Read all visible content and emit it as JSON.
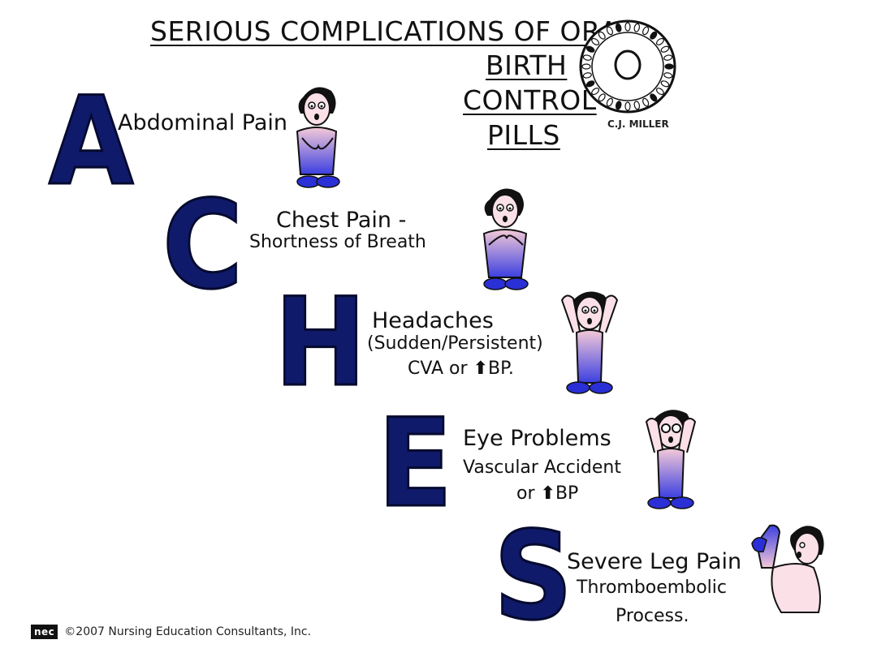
{
  "title": {
    "line1": "SERIOUS COMPLICATIONS OF ORAL",
    "line2": "BIRTH",
    "line3": "CONTROL",
    "line4": "PILLS"
  },
  "signature": "C.J. MILLER",
  "items": [
    {
      "letter": "A",
      "main": "Abdominal Pain",
      "sub": []
    },
    {
      "letter": "C",
      "main": "Chest Pain -",
      "sub": [
        "Shortness of Breath"
      ]
    },
    {
      "letter": "H",
      "main": "Headaches",
      "sub": [
        "(Sudden/Persistent)",
        "CVA or",
        "BP."
      ]
    },
    {
      "letter": "E",
      "main": "Eye Problems",
      "sub": [
        "Vascular Accident",
        "or",
        "BP"
      ]
    },
    {
      "letter": "S",
      "main": "Severe Leg Pain",
      "sub": [
        "Thromboembolic",
        "Process."
      ]
    }
  ],
  "footer": {
    "logo": "nec",
    "text": "©2007 Nursing Education Consultants, Inc."
  },
  "colors": {
    "letter": "#0f1a6b",
    "figure_top": "#f4c9d8",
    "figure_bottom": "#3b3fe0",
    "shoes": "#2a2fd6"
  },
  "icons": {
    "arrow": "up-arrow-icon",
    "pill_pack": "pill-pack-icon"
  }
}
